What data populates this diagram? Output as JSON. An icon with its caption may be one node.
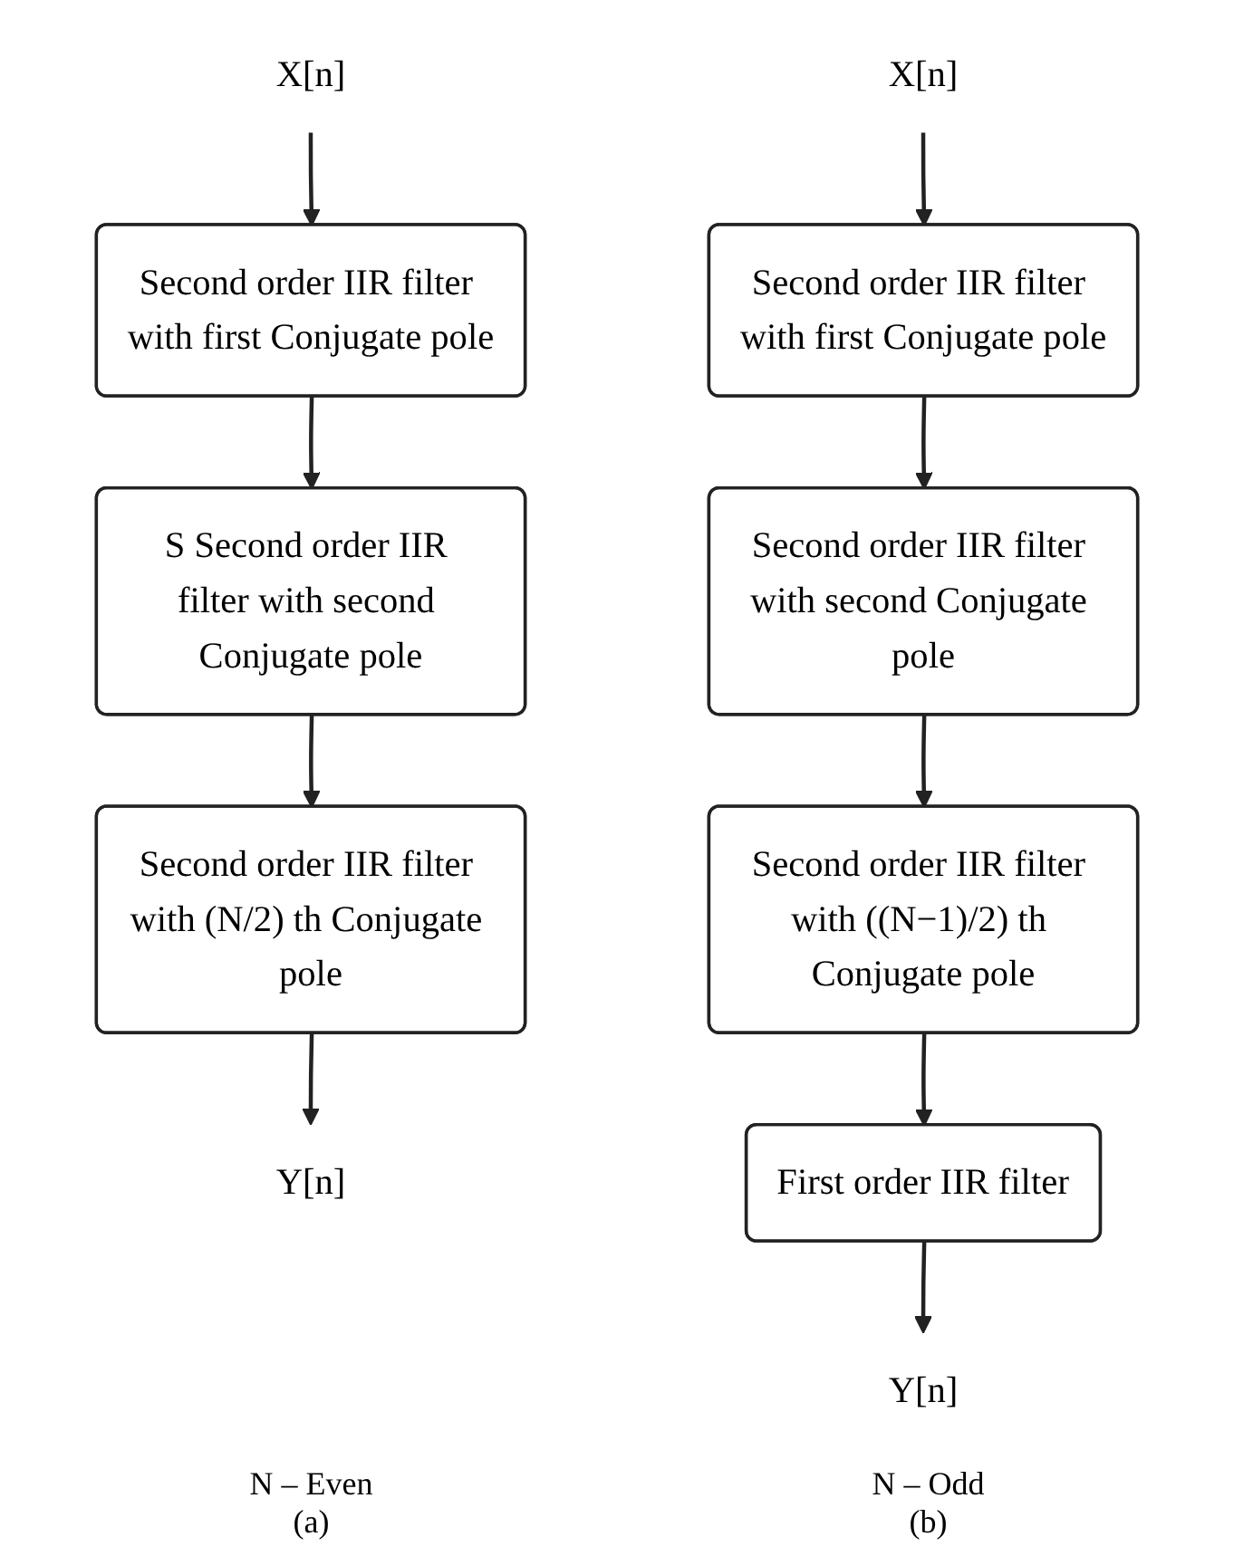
{
  "diagram": {
    "nodes": [
      {
        "text": [
          "X[n]"
        ]
      },
      {
        "text": [
          "Second order IIR filter with first Conjugate pole"
        ]
      },
      {
        "text": [
          "S Second order IIR filter with second Conjugate pole"
        ]
      },
      {
        "text": [
          "Second order IIR filter with (N/2) th Conjugate pole"
        ]
      },
      {
        "text": [
          "Y[n]"
        ]
      },
      {
        "text": [
          "X[n]"
        ]
      },
      {
        "text": [
          "Second order IIR filter with first Conjugate pole"
        ]
      },
      {
        "text": [
          "Second order IIR filter with second Conjugate pole"
        ]
      },
      {
        "text": [
          "Second order IIR filter with ((N−1)/2) th Conjugate pole"
        ]
      },
      {
        "text": [
          "First order IIR filter"
        ]
      },
      {
        "text": [
          "Y[n]"
        ]
      }
    ],
    "edges": [
      {
        "from": 0,
        "to": 1,
        "arrow": "to"
      },
      {
        "from": 1,
        "to": 2,
        "arrow": "to"
      },
      {
        "from": 2,
        "to": 3,
        "arrow": "to"
      },
      {
        "from": 3,
        "to": 4,
        "arrow": "to"
      },
      {
        "from": 5,
        "to": 6,
        "arrow": "to"
      },
      {
        "from": 6,
        "to": 7,
        "arrow": "to"
      },
      {
        "from": 7,
        "to": 8,
        "arrow": "to"
      },
      {
        "from": 8,
        "to": 9,
        "arrow": "to"
      },
      {
        "from": 9,
        "to": 10,
        "arrow": "to"
      }
    ],
    "labels": [
      "N – Even",
      "(a)",
      "N – Odd",
      "(b)"
    ]
  }
}
